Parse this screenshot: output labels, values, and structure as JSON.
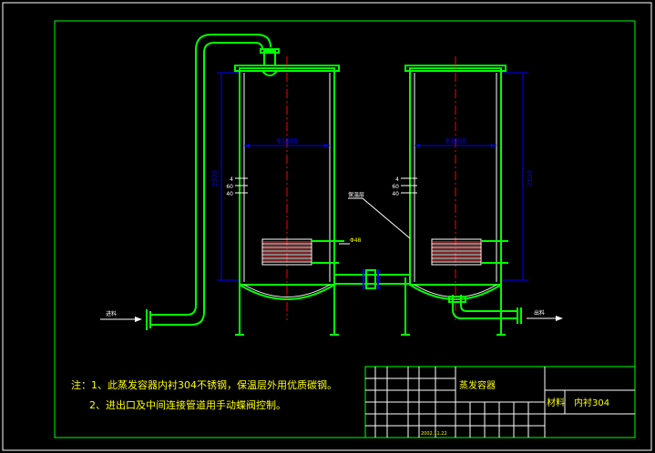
{
  "notes": {
    "line1": "注：1、此蒸发容器内衬304不锈钢，保温层外用优质碳钢。",
    "line2": "2、进出口及中间连接管道用手动蝶阀控制。"
  },
  "labels": {
    "left_diameter": "Φ1000",
    "right_diameter": "Φ1000",
    "left_height": "2500",
    "right_height": "2500",
    "callout_a": "保温层",
    "callout_b": "Φ48",
    "inlet": "进料",
    "outlet": "出料",
    "level_marks": [
      "4",
      "60",
      "40"
    ]
  },
  "title_block": {
    "drawing_name": "蒸发容器",
    "material_label": "材料",
    "material_value": "内衬304",
    "date": "2002.11.22"
  },
  "colors": {
    "frame": "#00ff00",
    "pipe": "#00ff00",
    "vessel": "#ffffff",
    "centerline": "#ff0000",
    "dimension": "#0000ff",
    "leader": "#ffffff",
    "text": "#ffff00",
    "arrow": "#ffffff"
  }
}
